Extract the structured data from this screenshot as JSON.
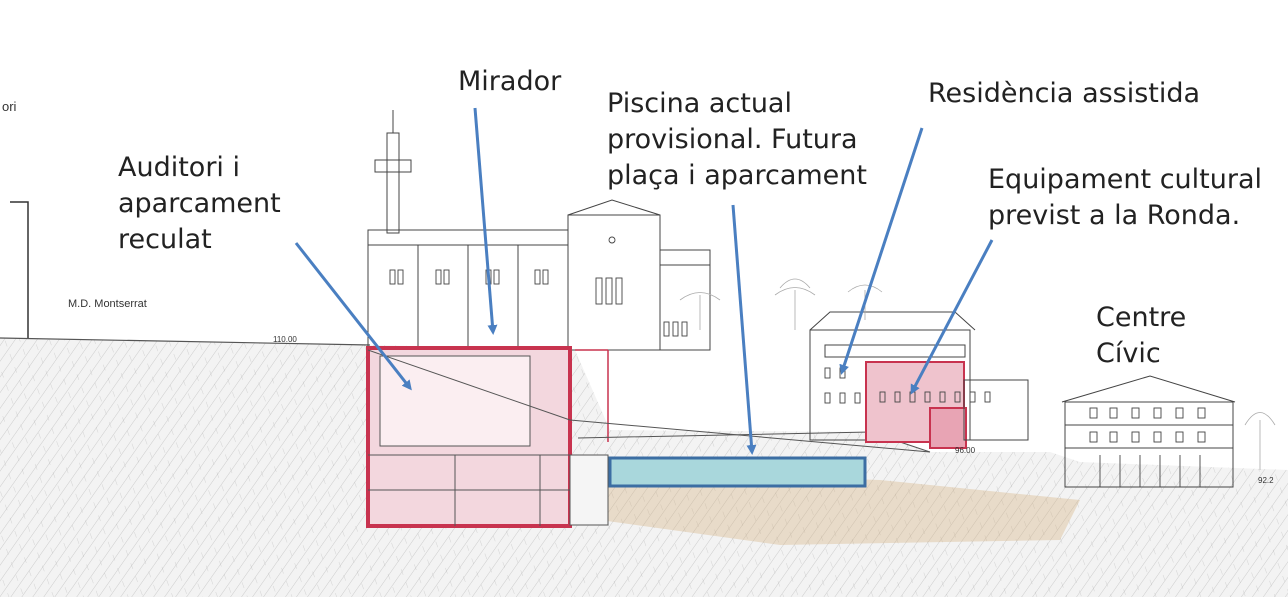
{
  "labels": {
    "auditori": [
      "Auditori i",
      "aparcament",
      "reculat"
    ],
    "mirador": "Mirador",
    "piscina": [
      "Piscina actual",
      "provisional. Futura",
      "plaça i aparcament"
    ],
    "residencia": "Residència assistida",
    "equipament": [
      "Equipament cultural",
      "previst a la Ronda."
    ],
    "centre_civic": [
      "Centre",
      "Cívic"
    ]
  },
  "drawing_text": {
    "left_edge": "ori",
    "md_montserrat": "M.D. Montserrat",
    "level_110": "110.00",
    "level_96": "96.00",
    "level_right": "92.2"
  },
  "colors": {
    "arrow": "#4a7fc1",
    "red_outline": "#c8334f",
    "pink_fill": "#e8a4b4",
    "pool_fill": "#a9d7dc",
    "pool_outline": "#3c6ea3",
    "ground_hatch": "#8a8a8a",
    "ochre": "#d4b07a"
  }
}
